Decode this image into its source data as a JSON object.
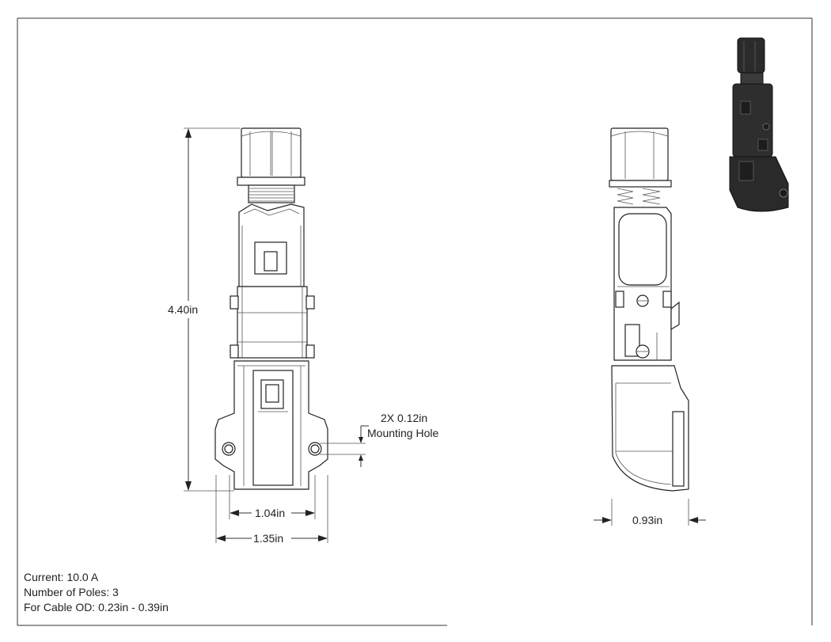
{
  "dimensions": {
    "height": "4.40in",
    "mount_hole": "2X 0.12in",
    "mount_hole_label": "Mounting Hole",
    "inner_width": "1.04in",
    "outer_width": "1.35in",
    "side_depth": "0.93in"
  },
  "specs": [
    "Current: 10.0 A",
    "Number of Poles: 3",
    "For Cable OD: 0.23in - 0.39in"
  ],
  "colors": {
    "line": "#222222",
    "render_body": "#2b2b2b"
  }
}
